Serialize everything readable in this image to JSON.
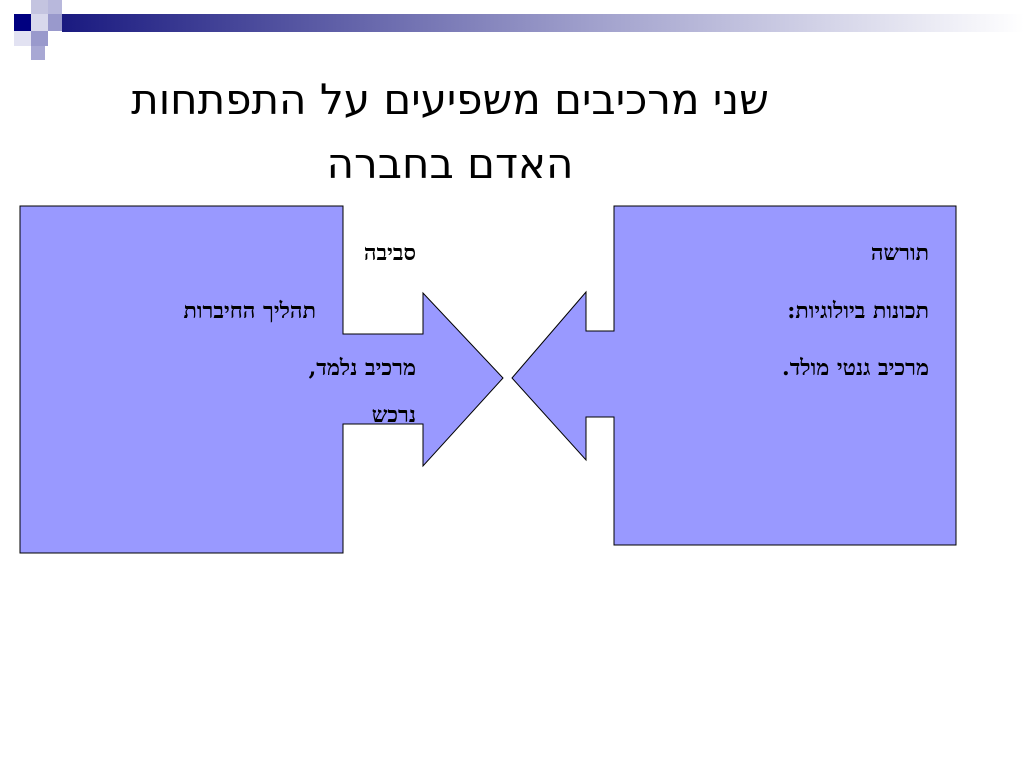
{
  "slide": {
    "title_lines": [
      "שני מרכיבים משפיעים על התפתחות",
      "האדם בחברה"
    ]
  },
  "right_box": {
    "heading": "תורשה",
    "line1": "תכונות ביולוגיות:",
    "line2": "מרכיב גנטי מולד."
  },
  "left_box": {
    "heading": "סביבה",
    "line1": "תהליך החיברות",
    "line2": "מרכיב נלמד,",
    "line3": "נרכש"
  },
  "colors": {
    "shape_fill": "#9999ff",
    "shape_stroke": "#000000",
    "accent_navy": "#000080",
    "accent_light": "#9999cc"
  }
}
